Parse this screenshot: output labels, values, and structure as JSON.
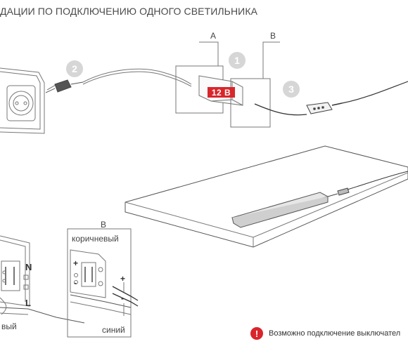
{
  "title": "ДАЦИИ ПО ПОДКЛЮЧЕНИЮ ОДНОГО СВЕТИЛЬНИКА",
  "labels": {
    "a": "A",
    "b": "B",
    "b_detail": "B"
  },
  "steps": [
    "1",
    "2",
    "3"
  ],
  "voltage": "12 B",
  "wires": {
    "brown": "коричневый",
    "blue": "синий",
    "brown_cut": "вый"
  },
  "polarity": {
    "plus": "+",
    "minus": "-"
  },
  "terminals": {
    "n": "N",
    "l": "L"
  },
  "note": {
    "icon": "exclamation-icon",
    "text": "Возможно подключение выключател"
  },
  "colors": {
    "accent": "#d8262b",
    "step_circle": "#d6d6d6",
    "line": "#777777"
  }
}
